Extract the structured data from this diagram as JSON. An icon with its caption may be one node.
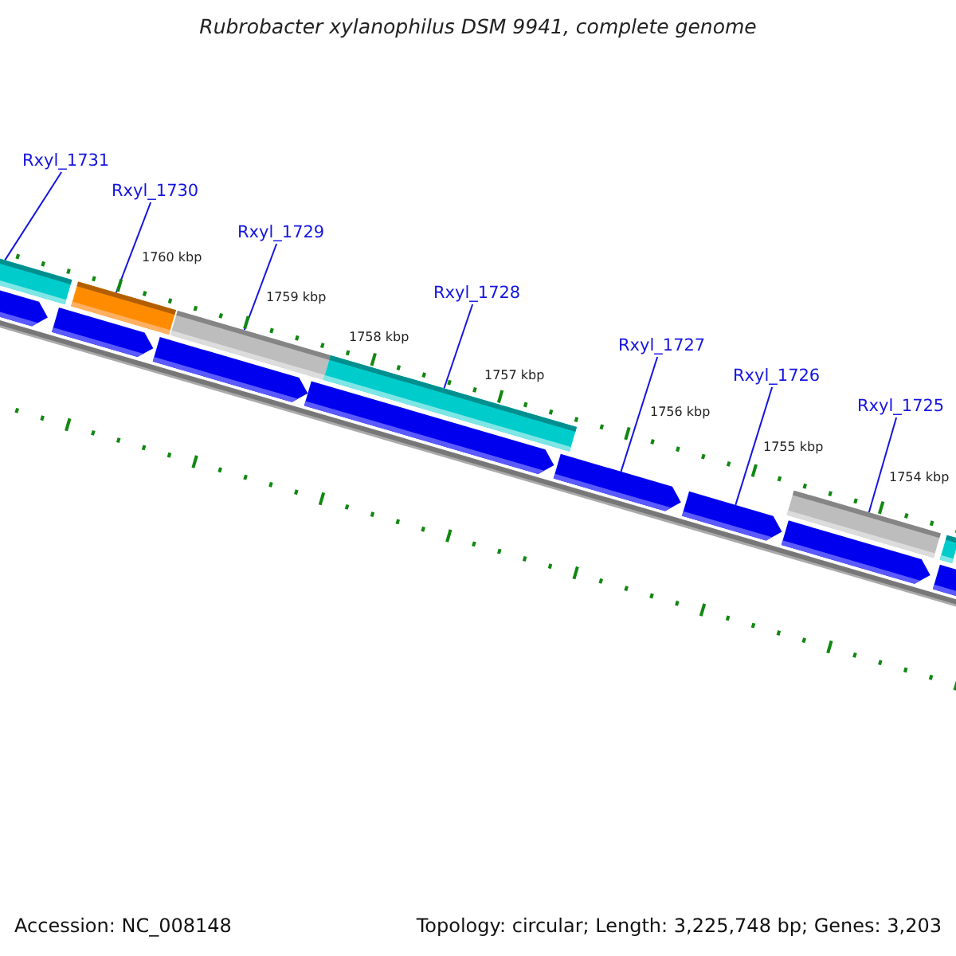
{
  "diagram": {
    "title": "Rubrobacter xylanophilus DSM 9941, complete genome",
    "nodes": [
      {
        "text": [
          "Rxyl_1731"
        ]
      },
      {
        "text": [
          "Rxyl_1730"
        ]
      },
      {
        "text": [
          "Rxyl_1729"
        ]
      },
      {
        "text": [
          "Rxyl_1728"
        ]
      },
      {
        "text": [
          "Rxyl_1727"
        ]
      },
      {
        "text": [
          "Rxyl_1726"
        ]
      },
      {
        "text": [
          "Rxyl_1725"
        ]
      },
      {
        "text": [],
        "shape": "bar"
      },
      {
        "text": [],
        "shape": "bar"
      },
      {
        "text": [],
        "shape": "bar"
      },
      {
        "text": [],
        "shape": "bar"
      },
      {
        "text": [],
        "shape": "bar"
      },
      {
        "text": [],
        "shape": "bar"
      },
      {
        "text": [],
        "shape": "pentagon"
      },
      {
        "text": [],
        "shape": "pentagon"
      },
      {
        "text": [],
        "shape": "pentagon"
      },
      {
        "text": [],
        "shape": "pentagon"
      },
      {
        "text": [],
        "shape": "pentagon"
      },
      {
        "text": [],
        "shape": "pentagon"
      },
      {
        "text": [],
        "shape": "pentagon"
      },
      {
        "text": [],
        "shape": "pentagon"
      }
    ],
    "edges": [
      {
        "from": 0,
        "to": 7,
        "arrow": "none"
      },
      {
        "from": 1,
        "to": 8,
        "arrow": "none"
      },
      {
        "from": 2,
        "to": 9,
        "arrow": "none"
      },
      {
        "from": 3,
        "to": 10,
        "arrow": "none"
      },
      {
        "from": 4,
        "to": 17,
        "arrow": "none"
      },
      {
        "from": 5,
        "to": 18,
        "arrow": "none"
      },
      {
        "from": 6,
        "to": 11,
        "arrow": "none"
      }
    ],
    "labels": [
      "1760 kbp",
      "1759 kbp",
      "1758 kbp",
      "1757 kbp",
      "1756 kbp",
      "1755 kbp",
      "1754 kbp",
      "Accession: NC_008148",
      "Topology: circular; Length: 3,225,748 bp; Genes: 3,203"
    ]
  }
}
